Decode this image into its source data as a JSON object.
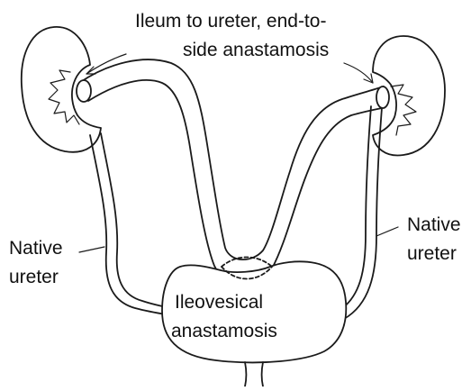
{
  "labels": {
    "top_line1": "Ileum to ureter, end-to-",
    "top_line2": "side anastamosis",
    "left_line1": "Native",
    "left_line2": "ureter",
    "right_line1": "Native",
    "right_line2": "ureter",
    "center_line1": "Ileovesical",
    "center_line2": "anastamosis"
  }
}
